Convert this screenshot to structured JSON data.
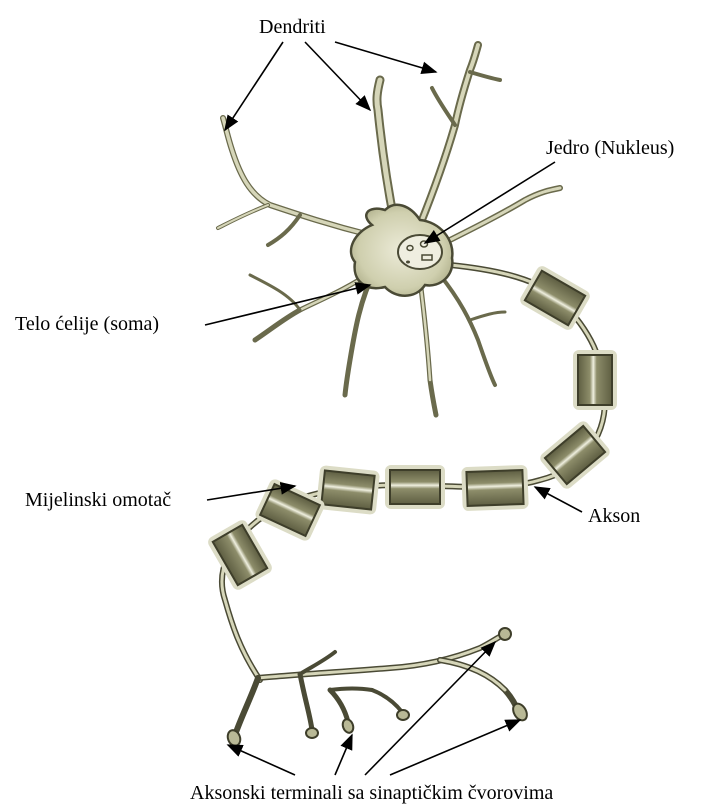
{
  "labels": {
    "dendrites": "Dendriti",
    "nucleus": "Jedro (Nukleus)",
    "soma": "Telo ćelije (soma)",
    "myelin": "Mijelinski omotač",
    "axon": "Akson",
    "terminals": "Aksonski terminali sa sinaptičkim čvorovima"
  },
  "colors": {
    "cell_fill": "#d6d6b9",
    "cell_stroke": "#4a4a35",
    "myelin_fill": "#6e6e50",
    "myelin_halo": "#dcdcc6",
    "line": "#000000"
  }
}
